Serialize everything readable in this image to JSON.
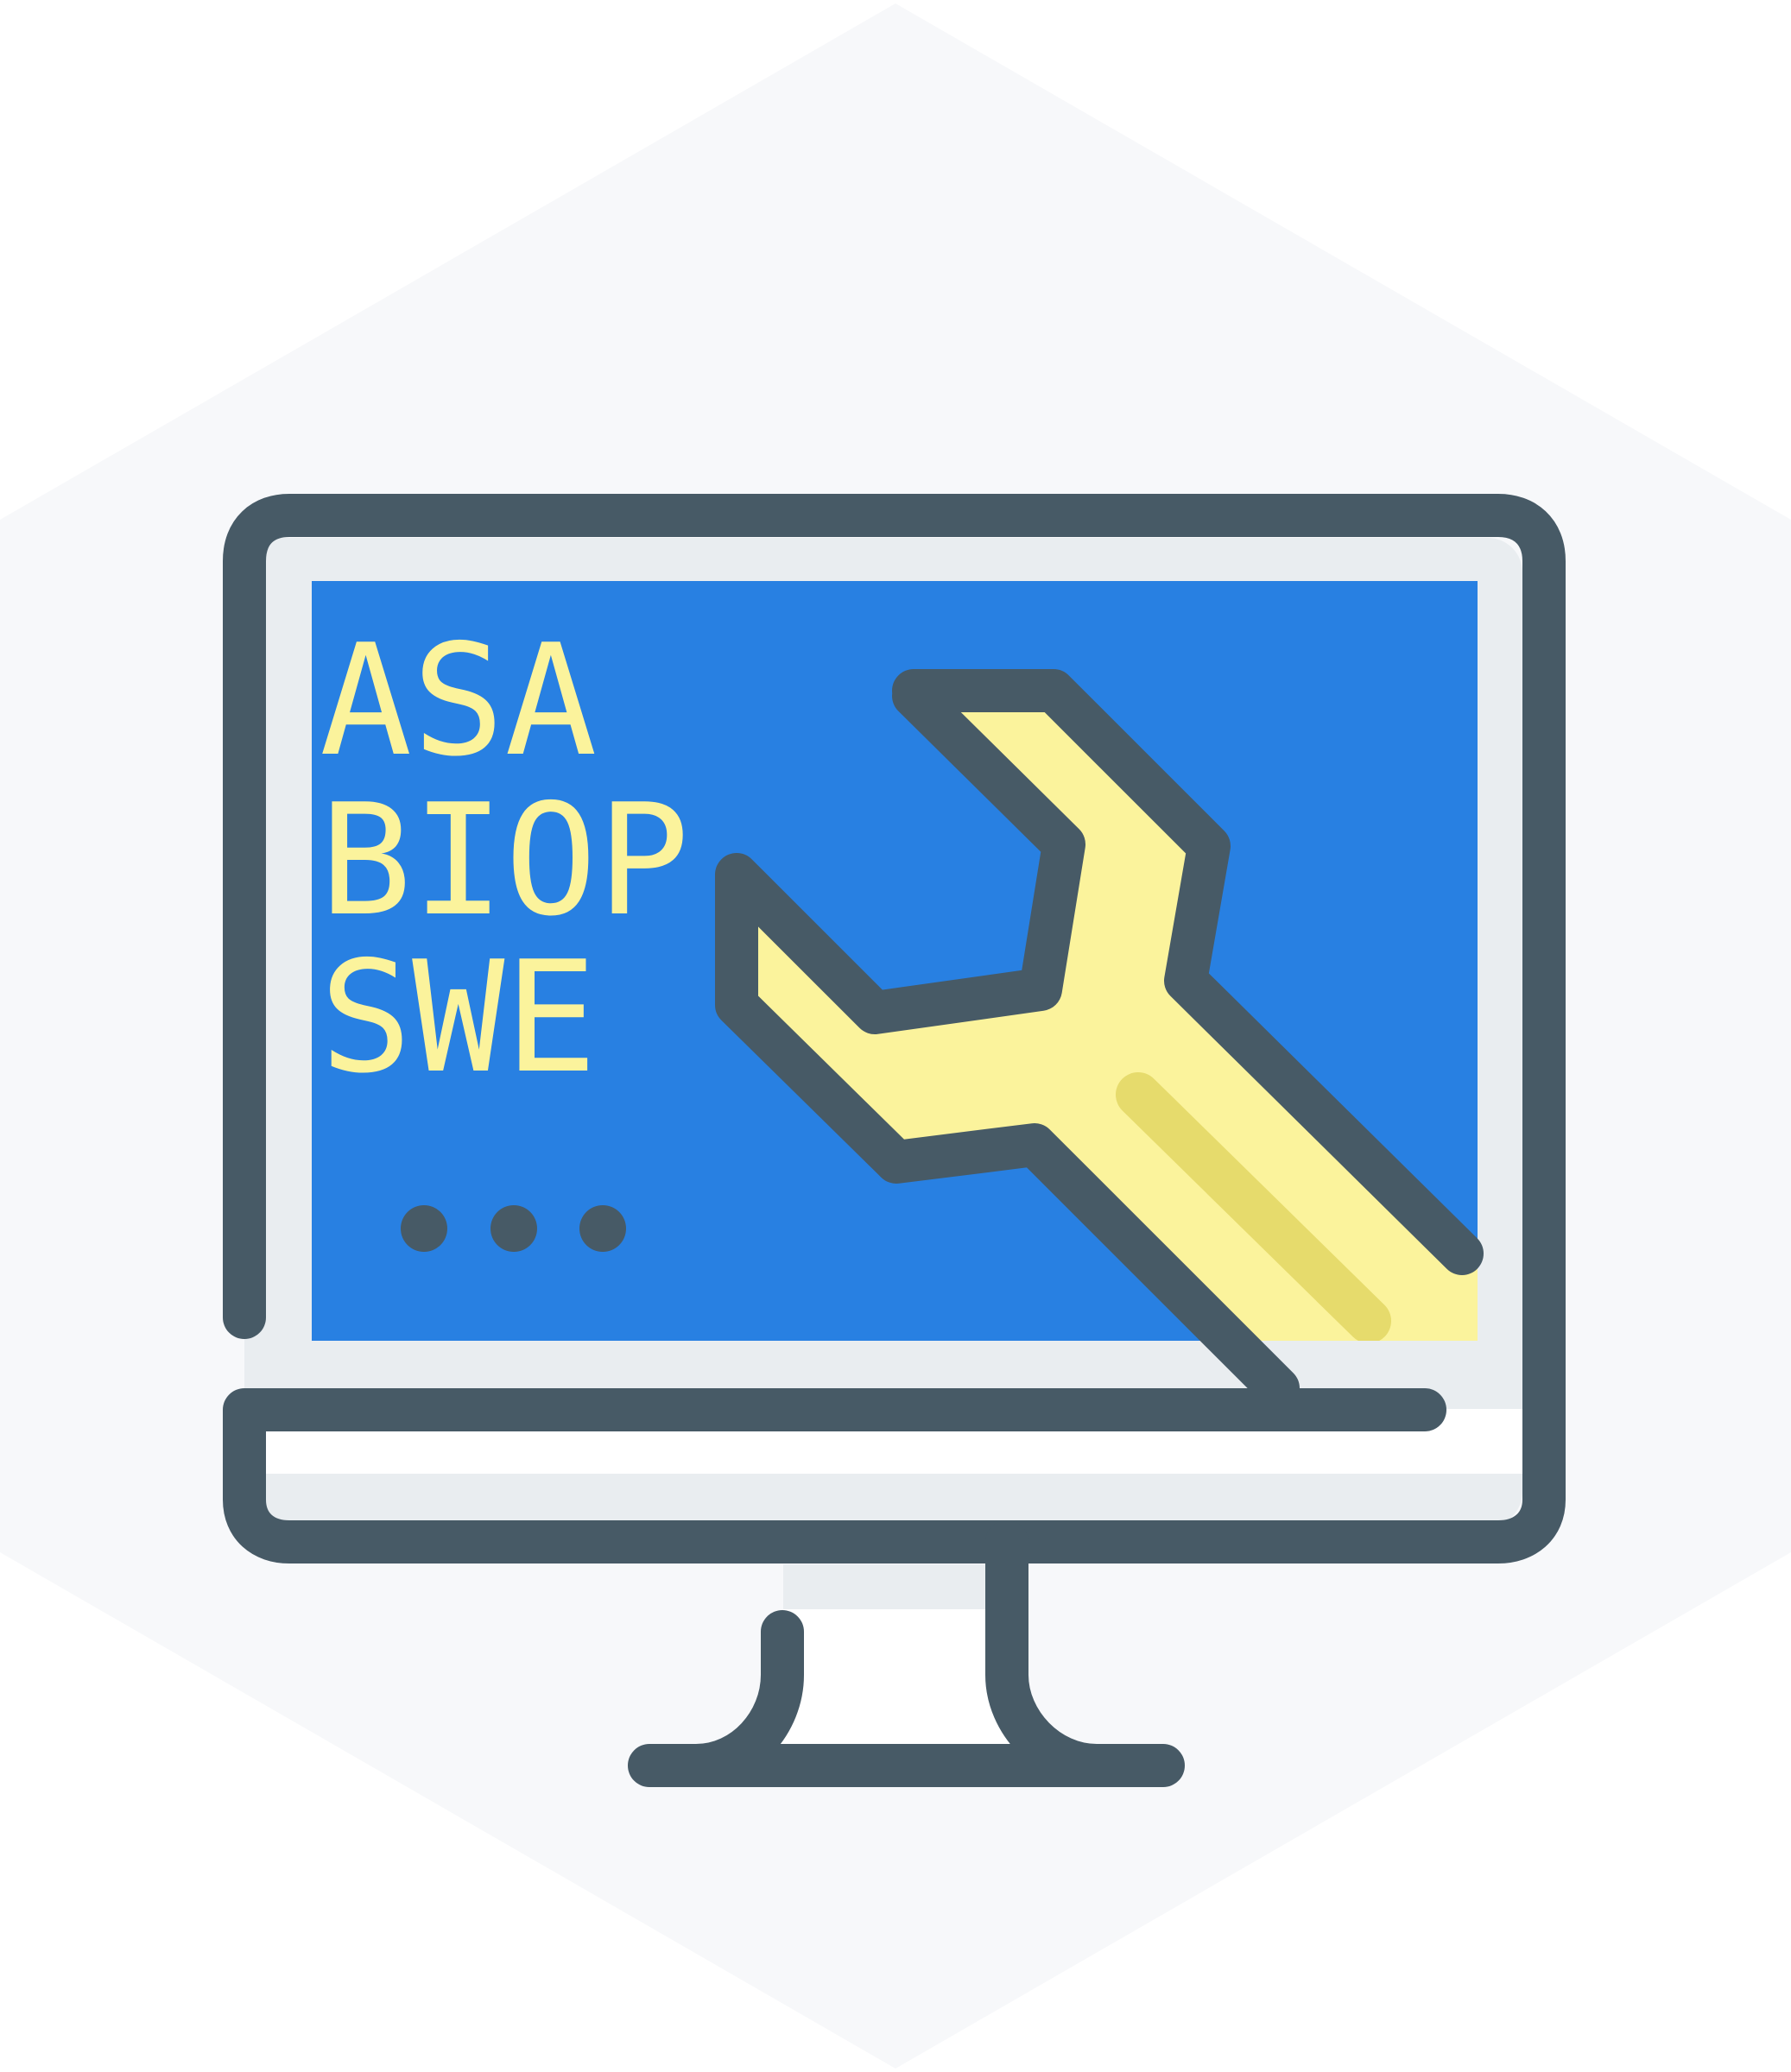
{
  "logo": {
    "screen_lines": [
      "ASA",
      "BIOP",
      "SWE"
    ],
    "colors": {
      "hexagon": "#f7f8fa",
      "outline": "#475a66",
      "monitor_face": "#e9edf0",
      "monitor_white": "#ffffff",
      "screen": "#2880e2",
      "wrench": "#fbf39c",
      "wrench_highlight": "#e6db6c",
      "text": "#fbf39c",
      "dots": "#475a66"
    },
    "icons": {
      "monitor": "monitor-icon",
      "wrench": "wrench-icon",
      "ellipsis": "ellipsis-icon"
    }
  }
}
